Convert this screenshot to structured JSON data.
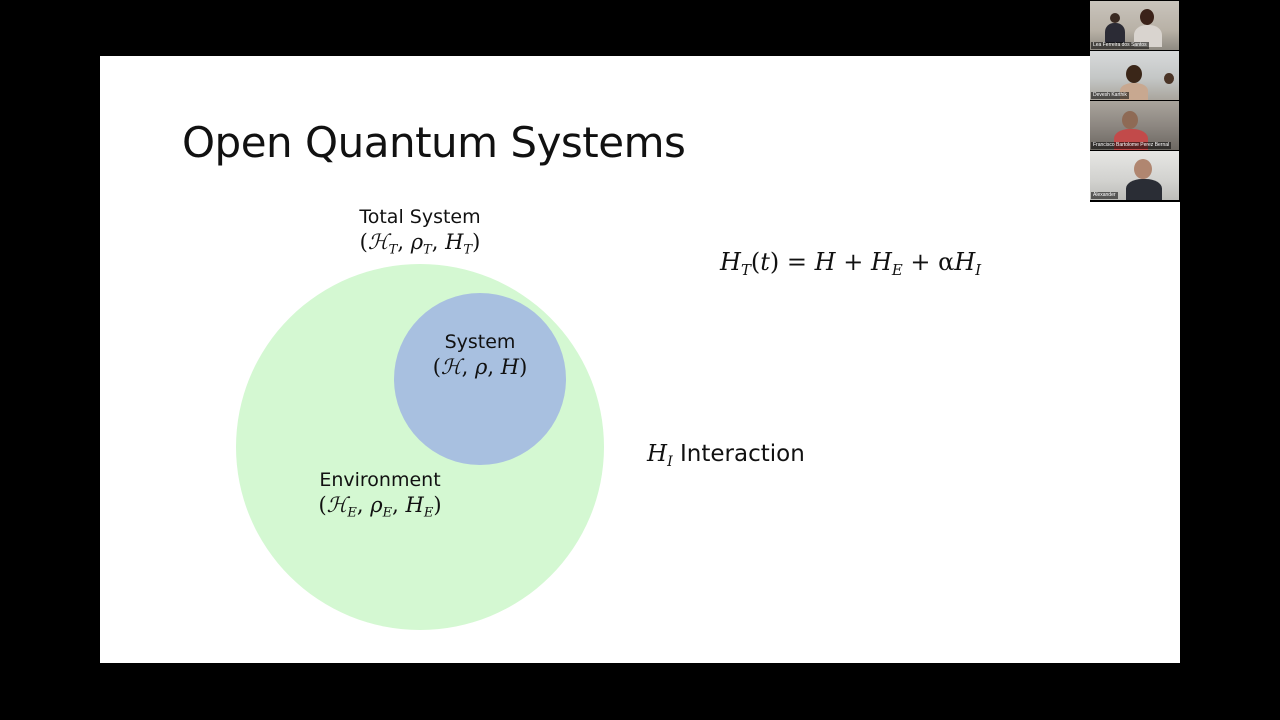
{
  "slide": {
    "title": "Open Quantum Systems",
    "total_system": {
      "label": "Total System"
    },
    "system": {
      "label": "System"
    },
    "environment": {
      "label": "Environment"
    },
    "interaction_text": "Interaction"
  },
  "participants": [
    {
      "name": "Lea Ferreira dos Santos"
    },
    {
      "name": "Devesh Karthik"
    },
    {
      "name": "Francisco Bartolome Perez Bernal"
    },
    {
      "name": "Alexander"
    }
  ],
  "colors": {
    "environment_fill": "#d4f8d2",
    "system_fill": "#a8c0e0",
    "slide_bg": "#ffffff",
    "screen_bg": "#000000"
  }
}
